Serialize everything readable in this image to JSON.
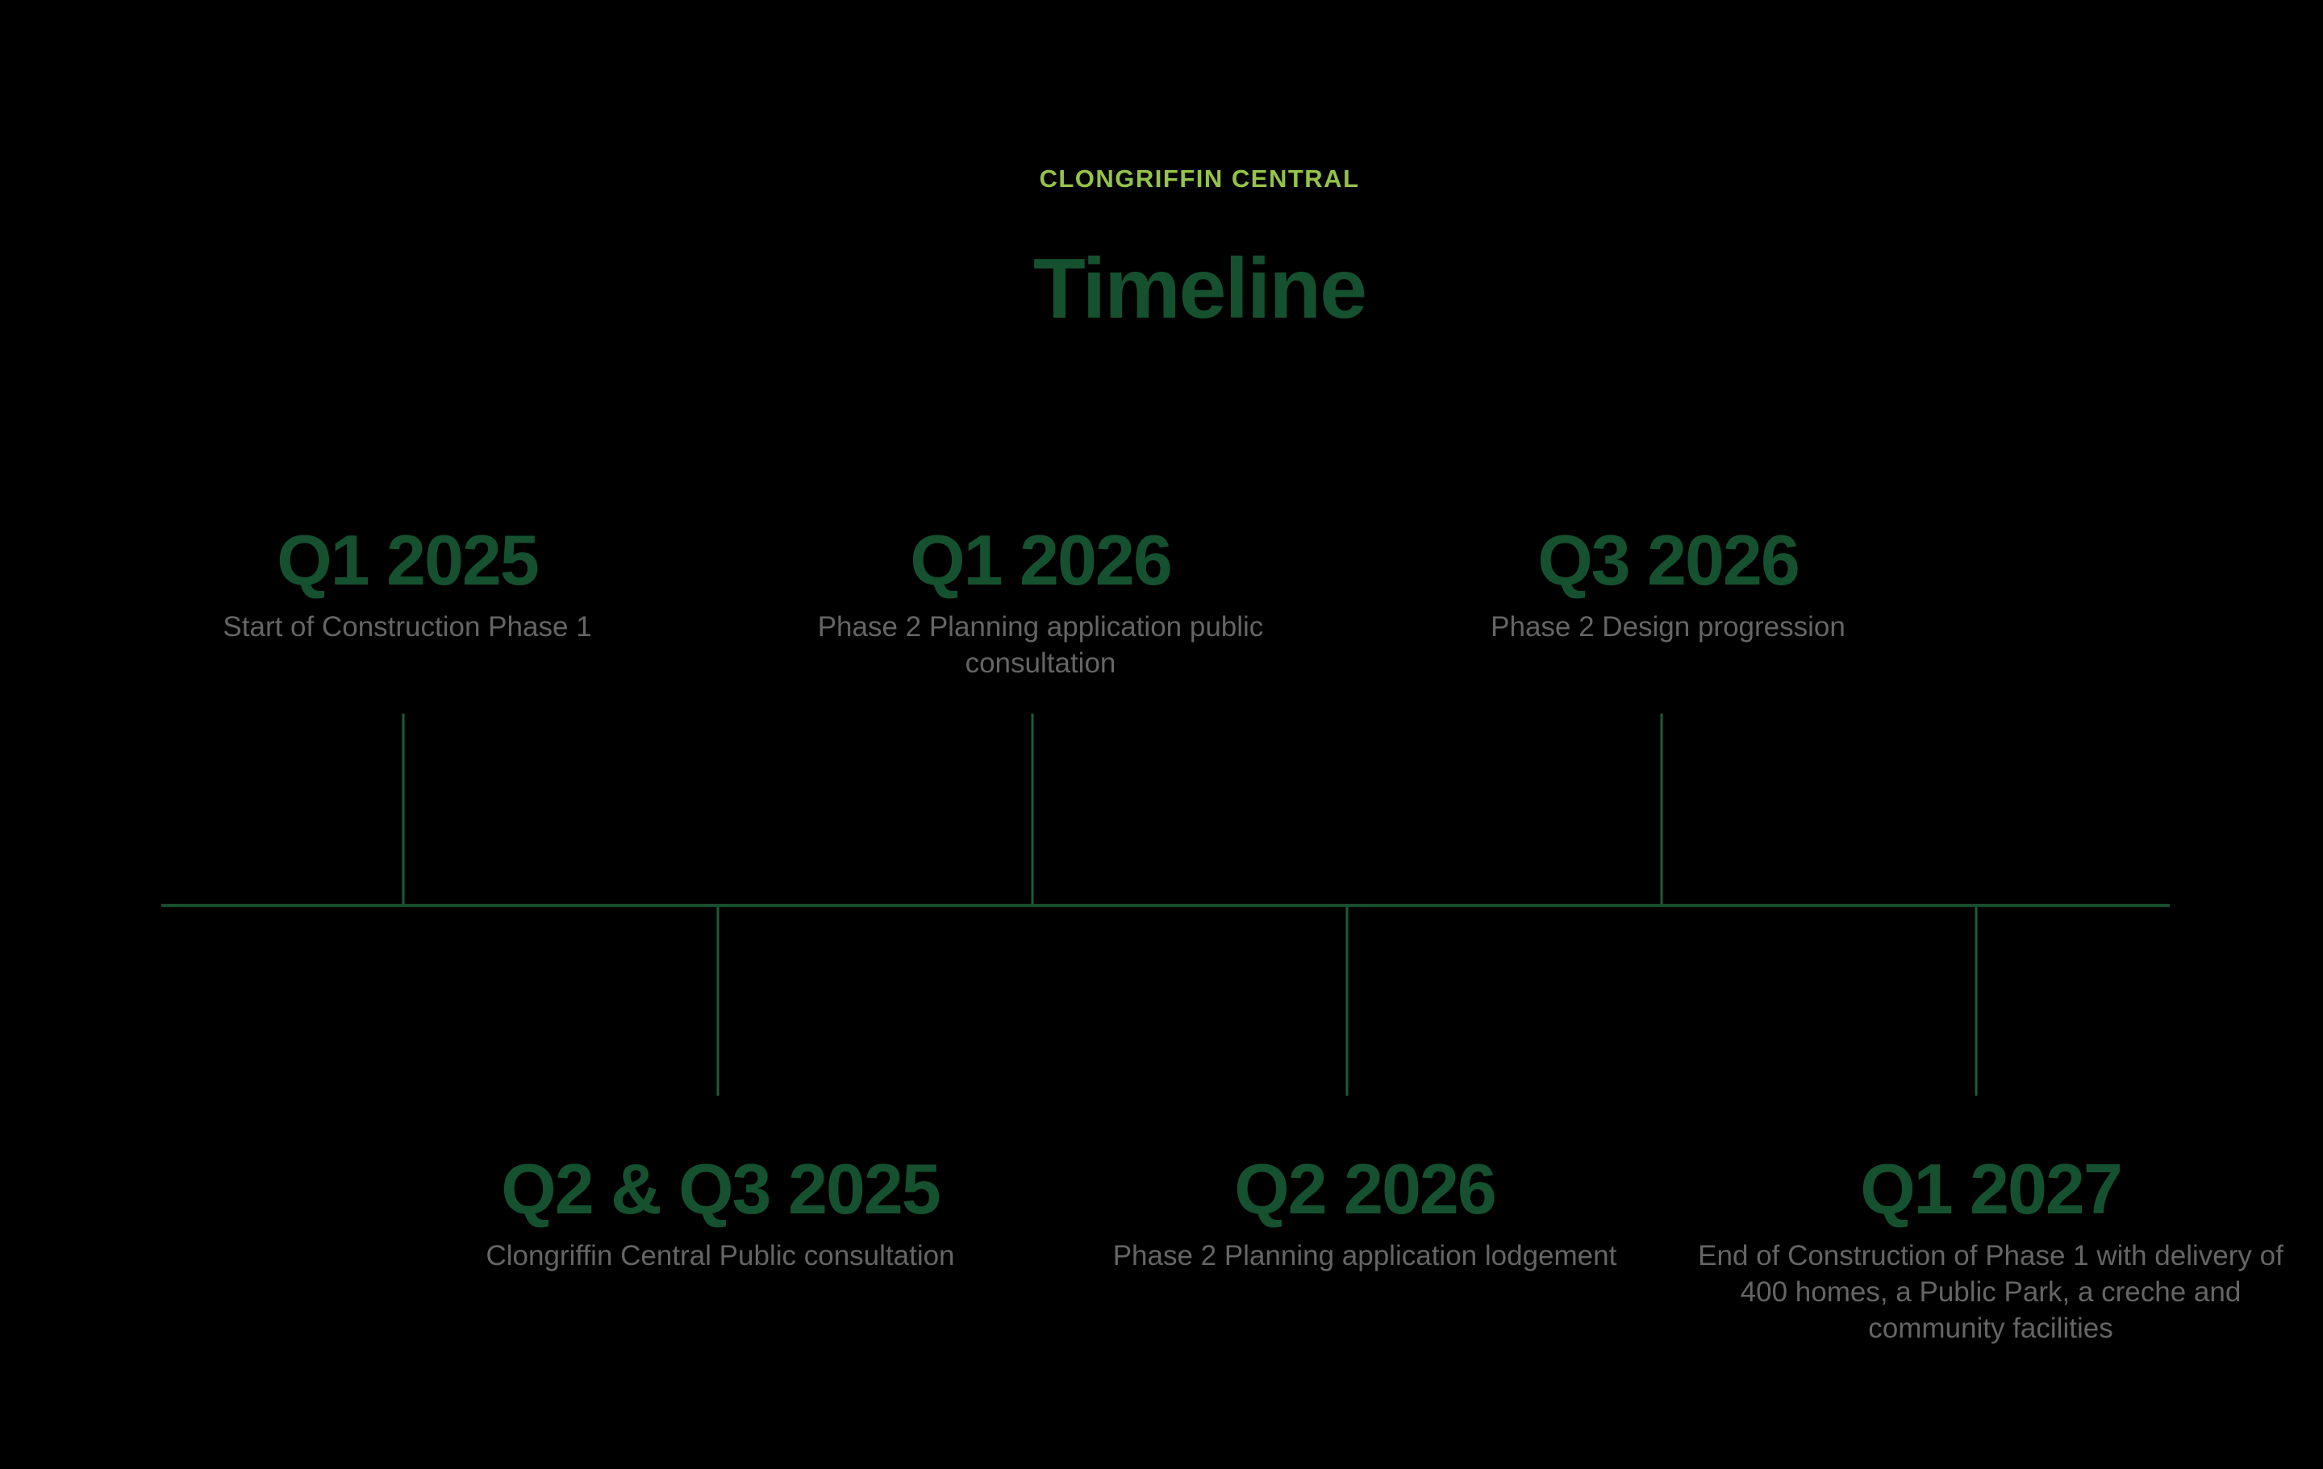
{
  "header": {
    "eyebrow": "CLONGRIFFIN CENTRAL",
    "title": "Timeline"
  },
  "colors": {
    "background": "#000000",
    "accent_lime": "#95C24A",
    "heading_green": "#15512F",
    "axis_green": "#174D2D",
    "tick_green": "#1F5A38",
    "description_grey": "#656565"
  },
  "timeline": {
    "orientation": "horizontal",
    "events": [
      {
        "quarter": "Q1 2025",
        "description": "Start of Construction Phase 1",
        "position": "top"
      },
      {
        "quarter": "Q2 & Q3 2025",
        "description": "Clongriffin Central Public consultation",
        "position": "bottom"
      },
      {
        "quarter": "Q1 2026",
        "description": "Phase 2 Planning application public consultation",
        "position": "top"
      },
      {
        "quarter": "Q2 2026",
        "description": "Phase 2 Planning application lodgement",
        "position": "bottom"
      },
      {
        "quarter": "Q3 2026",
        "description": "Phase 2 Design progression",
        "position": "top"
      },
      {
        "quarter": "Q1 2027",
        "description": "End of Construction of Phase 1 with delivery of 400 homes, a Public Park, a creche and community facilities",
        "position": "bottom"
      }
    ]
  }
}
